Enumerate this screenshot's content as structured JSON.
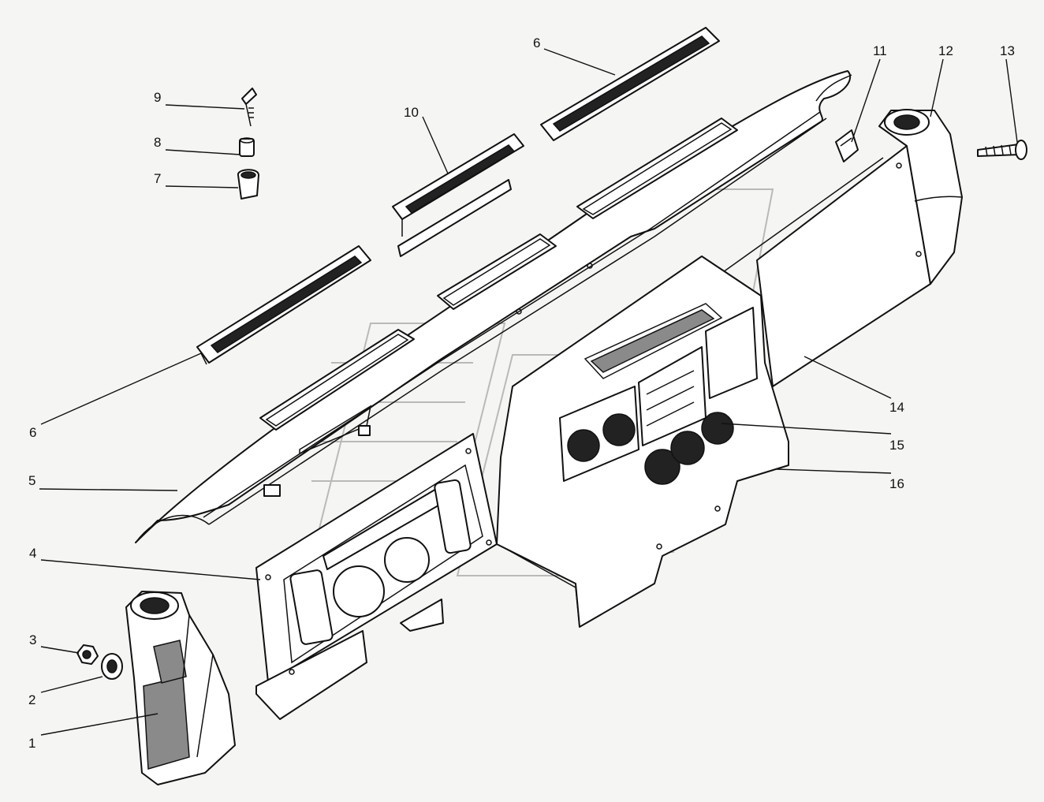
{
  "callouts": [
    {
      "id": "c1",
      "label": "1"
    },
    {
      "id": "c2",
      "label": "2"
    },
    {
      "id": "c3",
      "label": "3"
    },
    {
      "id": "c4",
      "label": "4"
    },
    {
      "id": "c5",
      "label": "5"
    },
    {
      "id": "c6a",
      "label": "6"
    },
    {
      "id": "c6b",
      "label": "6"
    },
    {
      "id": "c7",
      "label": "7"
    },
    {
      "id": "c8",
      "label": "8"
    },
    {
      "id": "c9",
      "label": "9"
    },
    {
      "id": "c10",
      "label": "10"
    },
    {
      "id": "c11",
      "label": "11"
    },
    {
      "id": "c12",
      "label": "12"
    },
    {
      "id": "c13",
      "label": "13"
    },
    {
      "id": "c14",
      "label": "14"
    },
    {
      "id": "c15",
      "label": "15"
    },
    {
      "id": "c16",
      "label": "16"
    }
  ],
  "colors": {
    "line": "#111111",
    "fill": "#ffffff",
    "background": "#f5f5f3",
    "watermark": "#b9b9b9"
  }
}
